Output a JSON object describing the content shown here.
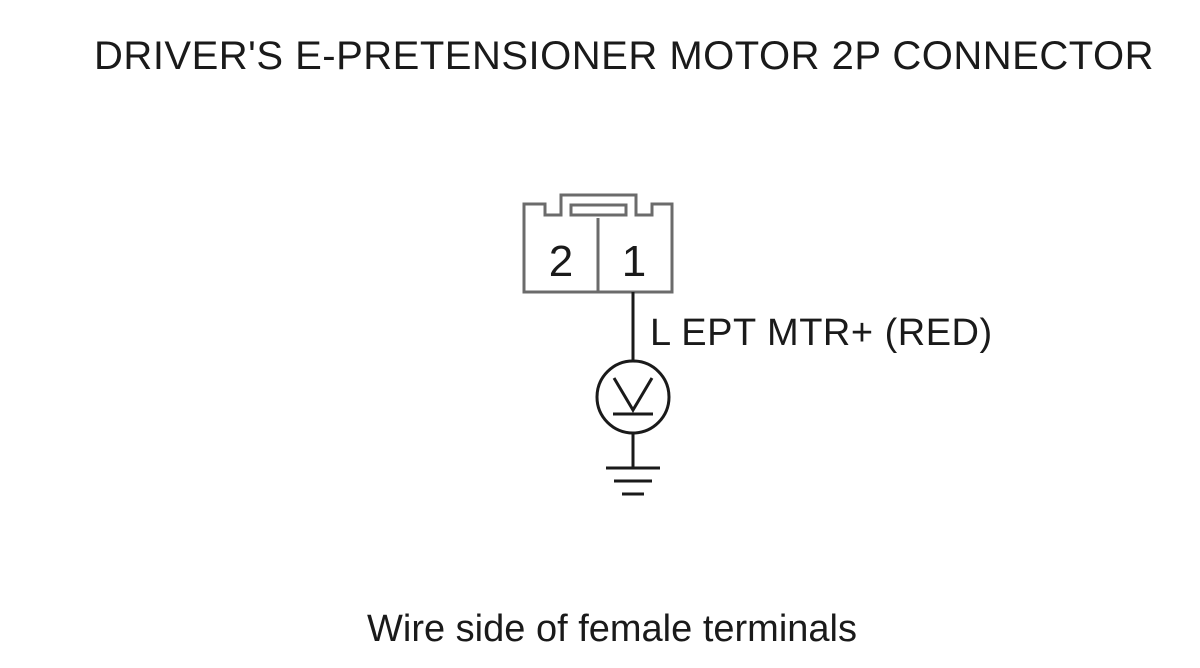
{
  "title": "DRIVER'S E-PRETENSIONER MOTOR 2P CONNECTOR",
  "connector": {
    "terminals": [
      "2",
      "1"
    ]
  },
  "wire_label": "L EPT MTR+ (RED)",
  "meter_symbol": "V",
  "ground_icon": "ground-icon",
  "caption": "Wire side of female terminals",
  "colors": {
    "line": "#1a1a1a",
    "connector_stroke": "#6b6b6b",
    "background": "#ffffff"
  }
}
